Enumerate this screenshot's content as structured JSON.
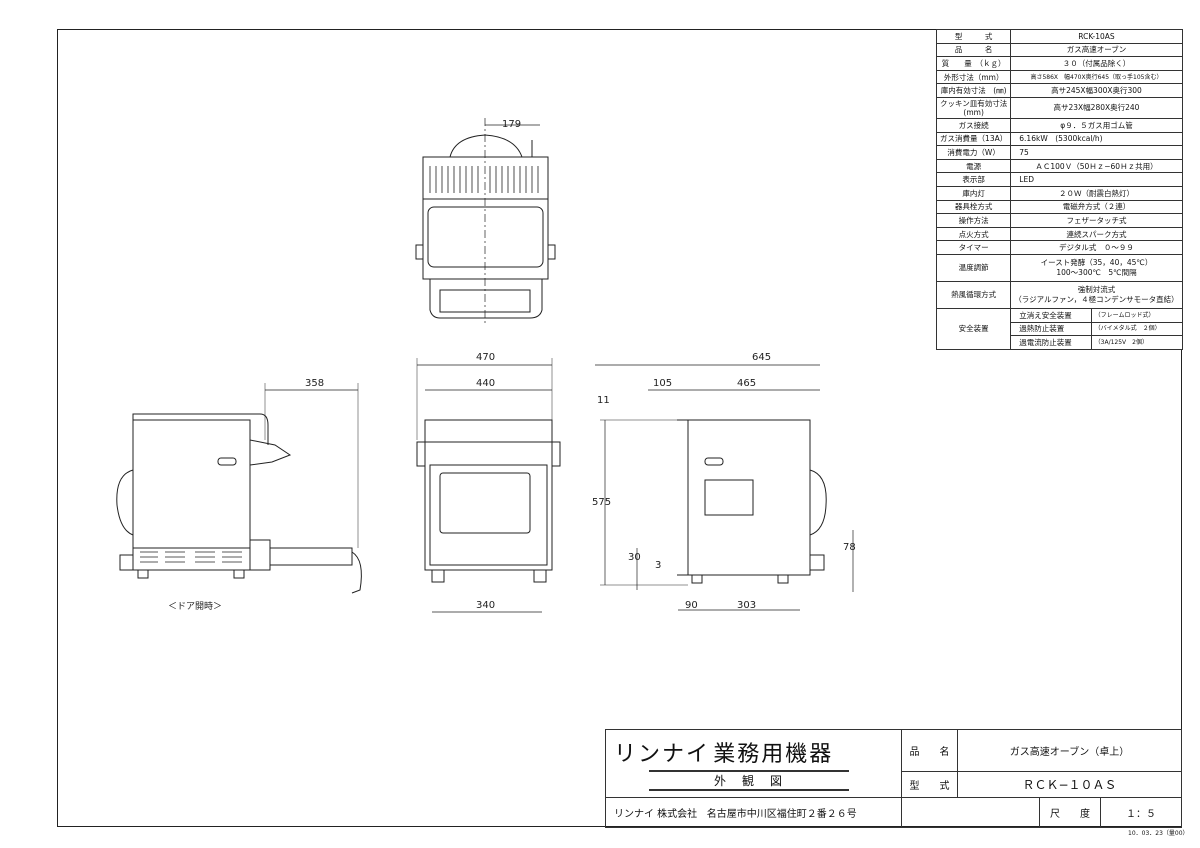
{
  "spec_table": [
    {
      "label": "型　　　式",
      "value": "RCK-10AS"
    },
    {
      "label": "品　　　名",
      "value": "ガス高速オーブン"
    },
    {
      "label": "質　　量　（ｋｇ）",
      "value": "３０（付属品除く）"
    },
    {
      "label": "外形寸法（mm）",
      "value": "高さ586X　幅470X奥行645（取っ手105含む）"
    },
    {
      "label": "庫内有効寸法　(㎜)",
      "value": "高サ245X幅300X奥行300"
    },
    {
      "label": "クッキン皿有効寸法",
      "sublabel": "(mm)",
      "value": "高サ23X幅280X奥行240"
    },
    {
      "label": "ガス接続",
      "value": "φ９．５ガス用ゴム管"
    },
    {
      "label": "ガス消費量（13A）",
      "value": "6.16kW　(5300kcal/h)"
    },
    {
      "label": "消費電力（W）",
      "value": "75"
    },
    {
      "label": "電源",
      "value": "ＡＣ100Ｖ（50Ｈｚ−60Ｈｚ共用）"
    },
    {
      "label": "表示部",
      "value": "LED"
    },
    {
      "label": "庫内灯",
      "value": "２０Ｗ（耐震白熱灯）"
    },
    {
      "label": "器具栓方式",
      "value": "電磁弁方式（２連）"
    },
    {
      "label": "操作方法",
      "value": "フェザータッチ式"
    },
    {
      "label": "点火方式",
      "value": "連続スパーク方式"
    },
    {
      "label": "タイマー",
      "value": "デジタル式　０〜９９"
    },
    {
      "label": "温度調節",
      "value": "イースト発酵（35，40，45℃）",
      "value2": "100〜300℃　5℃間隔"
    },
    {
      "label": "熱風循環方式",
      "value": "強制対流式",
      "value2": "（ラジアルファン，４極コンデンサモータ直結）"
    },
    {
      "label": "安全装置",
      "rows": [
        {
          "name": "立消え安全装置",
          "note": "（フレームロッド式）"
        },
        {
          "name": "過熱防止装置",
          "note": "（バイメタル式　２個）"
        },
        {
          "name": "過電流防止装置",
          "note": "（3A/125V　2個）"
        }
      ]
    }
  ],
  "dimensions": {
    "top_179": "179",
    "side_358": "358",
    "front_470": "470",
    "front_440": "440",
    "front_340": "340",
    "right_645": "645",
    "right_105": "105",
    "right_465": "465",
    "right_11": "11",
    "right_575": "575",
    "right_30": "30",
    "right_3": "3",
    "right_78": "78",
    "right_90": "90",
    "right_303": "303"
  },
  "door_open_label": "＜ドア開時＞",
  "title_block": {
    "brand": "リンナイ",
    "division": "業務用機器",
    "drawing_type": "外　観　図",
    "company": "リンナイ 株式会社",
    "address": "名古屋市中川区福住町２番２６号",
    "name_label": "品　　名",
    "name_value": "ガス高速オーブン（卓上）",
    "model_label": "型　　式",
    "model_value": "ＲＣＫ−１０ＡＳ",
    "scale_label": "尺　　度",
    "scale_value": "１：５",
    "date": "10．03．23（量00）"
  }
}
